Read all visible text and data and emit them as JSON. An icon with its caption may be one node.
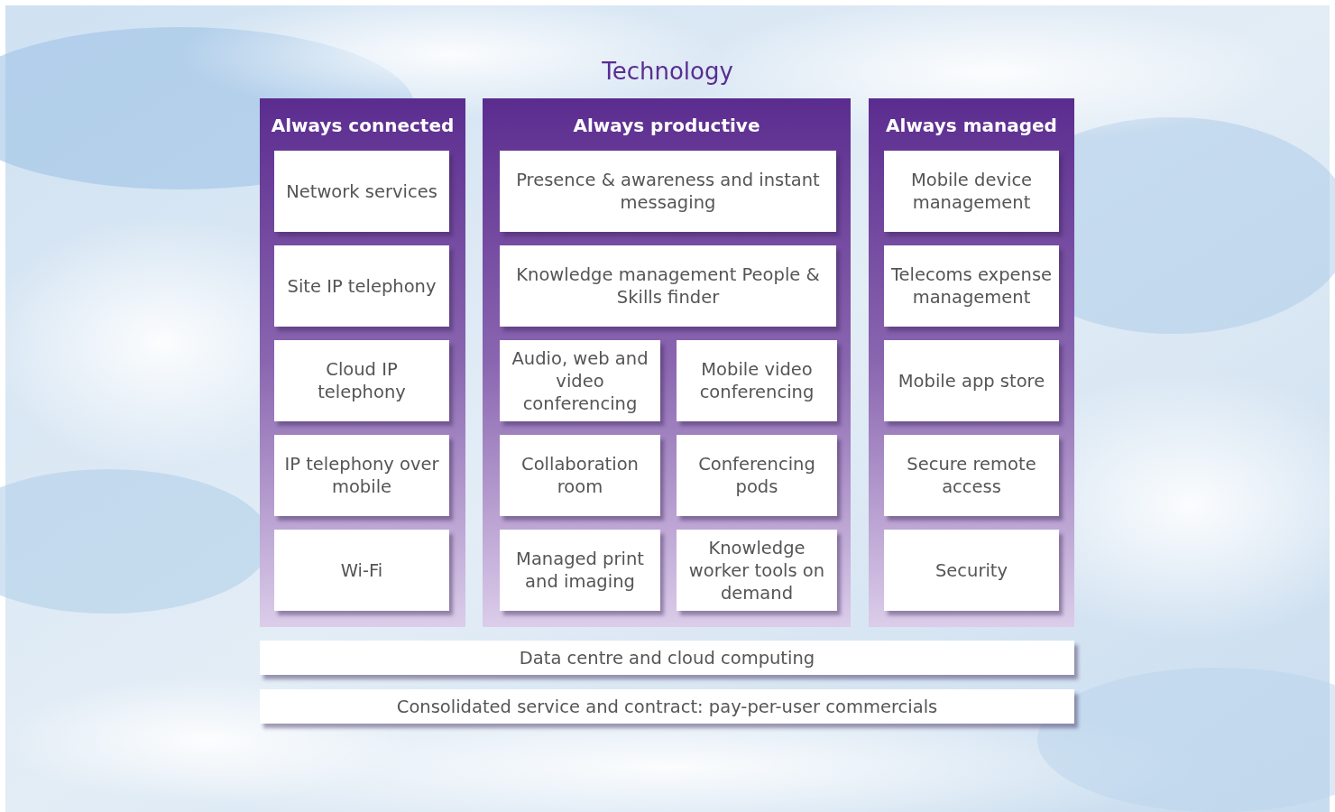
{
  "diagram": {
    "title": "Technology",
    "nodes": [
      {
        "text": [
          "Always connected"
        ]
      },
      {
        "text": [
          "Network services"
        ],
        "in": 0
      },
      {
        "text": [
          "Site IP telephony"
        ],
        "in": 0
      },
      {
        "text": [
          "Cloud IP telephony"
        ],
        "in": 0
      },
      {
        "text": [
          "IP telephony over mobile"
        ],
        "in": 0
      },
      {
        "text": [
          "Wi-Fi"
        ],
        "in": 0
      },
      {
        "text": [
          "Always productive"
        ]
      },
      {
        "text": [
          "Presence & awareness and instant messaging"
        ],
        "in": 6
      },
      {
        "text": [
          "Knowledge management People & Skills finder"
        ],
        "in": 6
      },
      {
        "text": [
          "Audio, web and video conferencing"
        ],
        "in": 6
      },
      {
        "text": [
          "Mobile video conferencing"
        ],
        "in": 6
      },
      {
        "text": [
          "Collaboration room"
        ],
        "in": 6
      },
      {
        "text": [
          "Conferencing pods"
        ],
        "in": 6
      },
      {
        "text": [
          "Managed print and imaging"
        ],
        "in": 6
      },
      {
        "text": [
          "Knowledge worker tools on demand"
        ],
        "in": 6
      },
      {
        "text": [
          "Always managed"
        ]
      },
      {
        "text": [
          "Mobile device management"
        ],
        "in": 15
      },
      {
        "text": [
          "Telecoms expense management"
        ],
        "in": 15
      },
      {
        "text": [
          "Mobile app store"
        ],
        "in": 15
      },
      {
        "text": [
          "Secure remote access"
        ],
        "in": 15
      },
      {
        "text": [
          "Security"
        ],
        "in": 15
      },
      {
        "text": [
          "Data centre and cloud computing"
        ]
      },
      {
        "text": [
          "Consolidated service and contract: pay-per-user commercials"
        ]
      }
    ]
  }
}
